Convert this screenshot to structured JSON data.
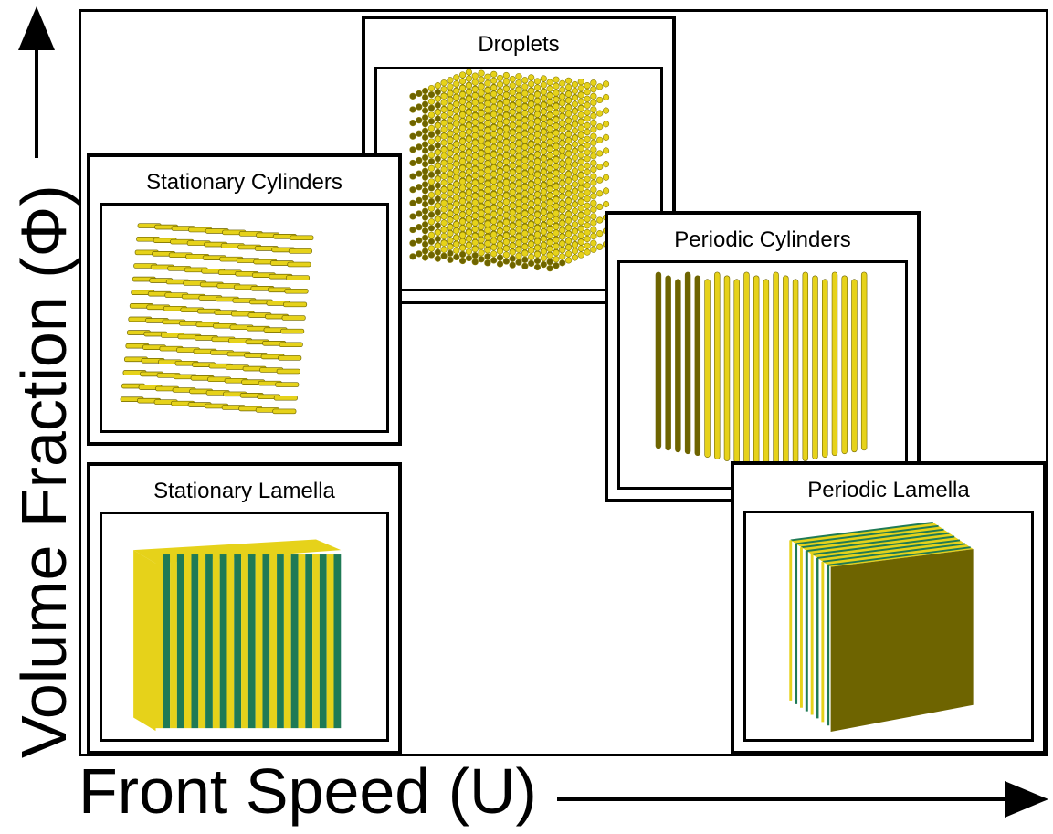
{
  "axes": {
    "x_label": "Front Speed (U)",
    "y_label": "Volume Fraction (Φ)"
  },
  "panels": {
    "droplets": "Droplets",
    "stationary_cylinders": "Stationary Cylinders",
    "periodic_cylinders": "Periodic Cylinders",
    "stationary_lamella": "Stationary Lamella",
    "periodic_lamella": "Periodic Lamella"
  },
  "colors": {
    "yellow": "#e6d21a",
    "dark_yellow": "#6e6400",
    "green": "#1f7a55",
    "frame": "#000000"
  }
}
